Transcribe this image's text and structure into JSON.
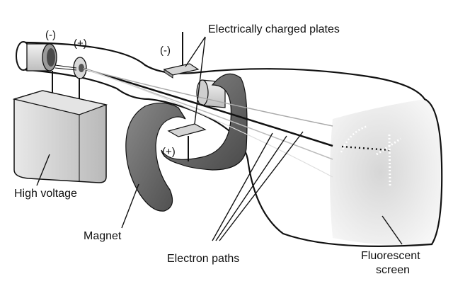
{
  "labels": {
    "cathode_sign": "(-)",
    "anode_sign": "(+)",
    "plates": "Electrically charged plates",
    "top_plate_sign": "(-)",
    "bottom_plate_sign": "(+)",
    "high_voltage": "High voltage",
    "magnet": "Magnet",
    "electron_paths": "Electron paths",
    "fluorescent_screen_line1": "Fluorescent",
    "fluorescent_screen_line2": "screen"
  }
}
